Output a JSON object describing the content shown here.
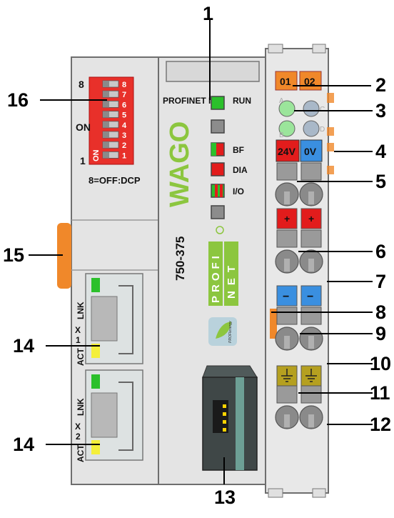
{
  "callouts": [
    "1",
    "2",
    "3",
    "4",
    "5",
    "6",
    "7",
    "8",
    "9",
    "10",
    "11",
    "12",
    "13",
    "14",
    "14",
    "15",
    "16"
  ],
  "device": {
    "model": "750-375",
    "brand": "WAGO",
    "profinet_logo_line1": "PROFI",
    "profinet_logo_line2": "NET",
    "profienergy_label": "PROFIenergy"
  },
  "dip_switch": {
    "top_number": "8",
    "bottom_number": "1",
    "on_label": "ON",
    "side_text": "ON",
    "numbers": [
      "1",
      "2",
      "3",
      "4",
      "5",
      "6",
      "7",
      "8"
    ],
    "note": "8=OFF:DCP"
  },
  "leds": {
    "header_left": "PROFINET IO",
    "run": "RUN",
    "bf": "BF",
    "dia": "DIA",
    "io": "I/O"
  },
  "ports": [
    {
      "lnk": "LNK",
      "x": "X",
      "num": "1",
      "act": "ACT"
    },
    {
      "lnk": "LNK",
      "x": "X",
      "num": "2",
      "act": "ACT"
    }
  ],
  "terminal": {
    "tag1": "01",
    "tag2": "02",
    "led_a": "A",
    "led_c": "C",
    "led_b": "B",
    "led_d": "D",
    "v24": "24V",
    "v0": "0V",
    "plus": "+",
    "minus": "−"
  },
  "colors": {
    "housing": "#e4e4e4",
    "outline": "#6e6e6e",
    "wago_green": "#8cc63f",
    "profinet_green": "#8cc63f",
    "dip_red": "#e8302a",
    "orange": "#f0882a",
    "led_green": "#2bc02b",
    "led_red": "#e21c1c",
    "blue_plus": "#3a8fe0",
    "ground_yellow": "#b5a020",
    "port_yellow": "#f4ef3a"
  }
}
